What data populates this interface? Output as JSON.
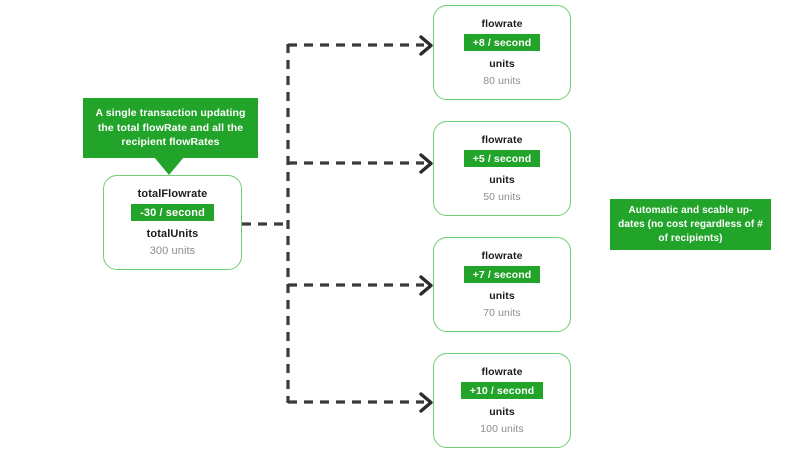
{
  "callout": {
    "text": "A single transaction updating the total flowRate and all the recipient flowRates"
  },
  "source_card": {
    "flowrate_label": "totalFlowrate",
    "flowrate_value": "-30 / second",
    "units_label": "totalUnits",
    "units_value": "300 units"
  },
  "recipients": [
    {
      "flowrate_label": "flowrate",
      "flowrate_value": "+8 / second",
      "units_label": "units",
      "units_value": "80 units"
    },
    {
      "flowrate_label": "flowrate",
      "flowrate_value": "+5 / second",
      "units_label": "units",
      "units_value": "50 units"
    },
    {
      "flowrate_label": "flowrate",
      "flowrate_value": "+7 / second",
      "units_label": "units",
      "units_value": "70 units"
    },
    {
      "flowrate_label": "flowrate",
      "flowrate_value": "+10 / second",
      "units_label": "units",
      "units_value": "100 units"
    }
  ],
  "note": {
    "text": "Automatic and scable up-dates (no cost regardless of # of recipients)"
  },
  "colors": {
    "green": "#22a32a",
    "card_border": "#6fcf75",
    "wire": "#3a3a3a",
    "label_text": "#1c1c1c",
    "value_text": "#8d8d8d",
    "background": "#ffffff"
  }
}
